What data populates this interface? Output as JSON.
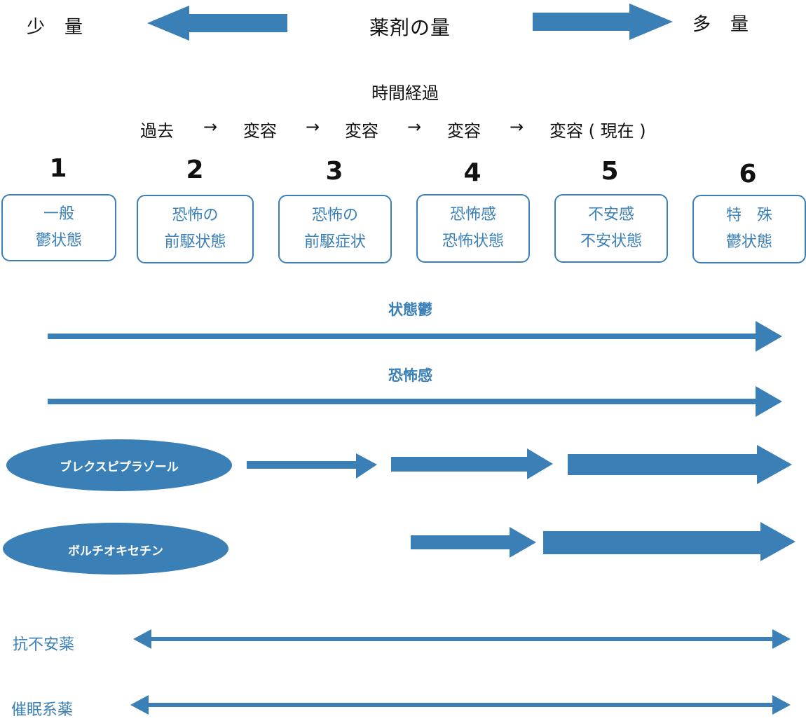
{
  "header": {
    "left_amount": "少量",
    "center_title": "薬剤の量",
    "right_amount": "多量"
  },
  "timeline": {
    "title": "時間経過",
    "sequence": [
      "過去",
      "→",
      "変容",
      "→",
      "変容",
      "→",
      "変容",
      "→",
      "変容 ( 現在 )"
    ]
  },
  "stages": [
    {
      "number": "1",
      "line1": "一般",
      "line2": "鬱状態"
    },
    {
      "number": "2",
      "line1": "恐怖の",
      "line2": "前駆状態"
    },
    {
      "number": "3",
      "line1": "恐怖の",
      "line2": "前駆症状"
    },
    {
      "number": "4",
      "line1": "恐怖感",
      "line2": "恐怖状態"
    },
    {
      "number": "5",
      "line1": "不安感",
      "line2": "不安状態"
    },
    {
      "number": "6",
      "line1": "特　殊",
      "line2": "鬱状態"
    }
  ],
  "progressions": [
    {
      "label": "状態鬱"
    },
    {
      "label": "恐怖感"
    }
  ],
  "drugs": [
    {
      "name": "ブレクスピプラゾール"
    },
    {
      "name": "ボルチオキセチン"
    }
  ],
  "ranges": [
    {
      "label": "抗不安薬"
    },
    {
      "label": "催眠系薬"
    }
  ],
  "colors": {
    "accent": "#3a7fb5"
  }
}
